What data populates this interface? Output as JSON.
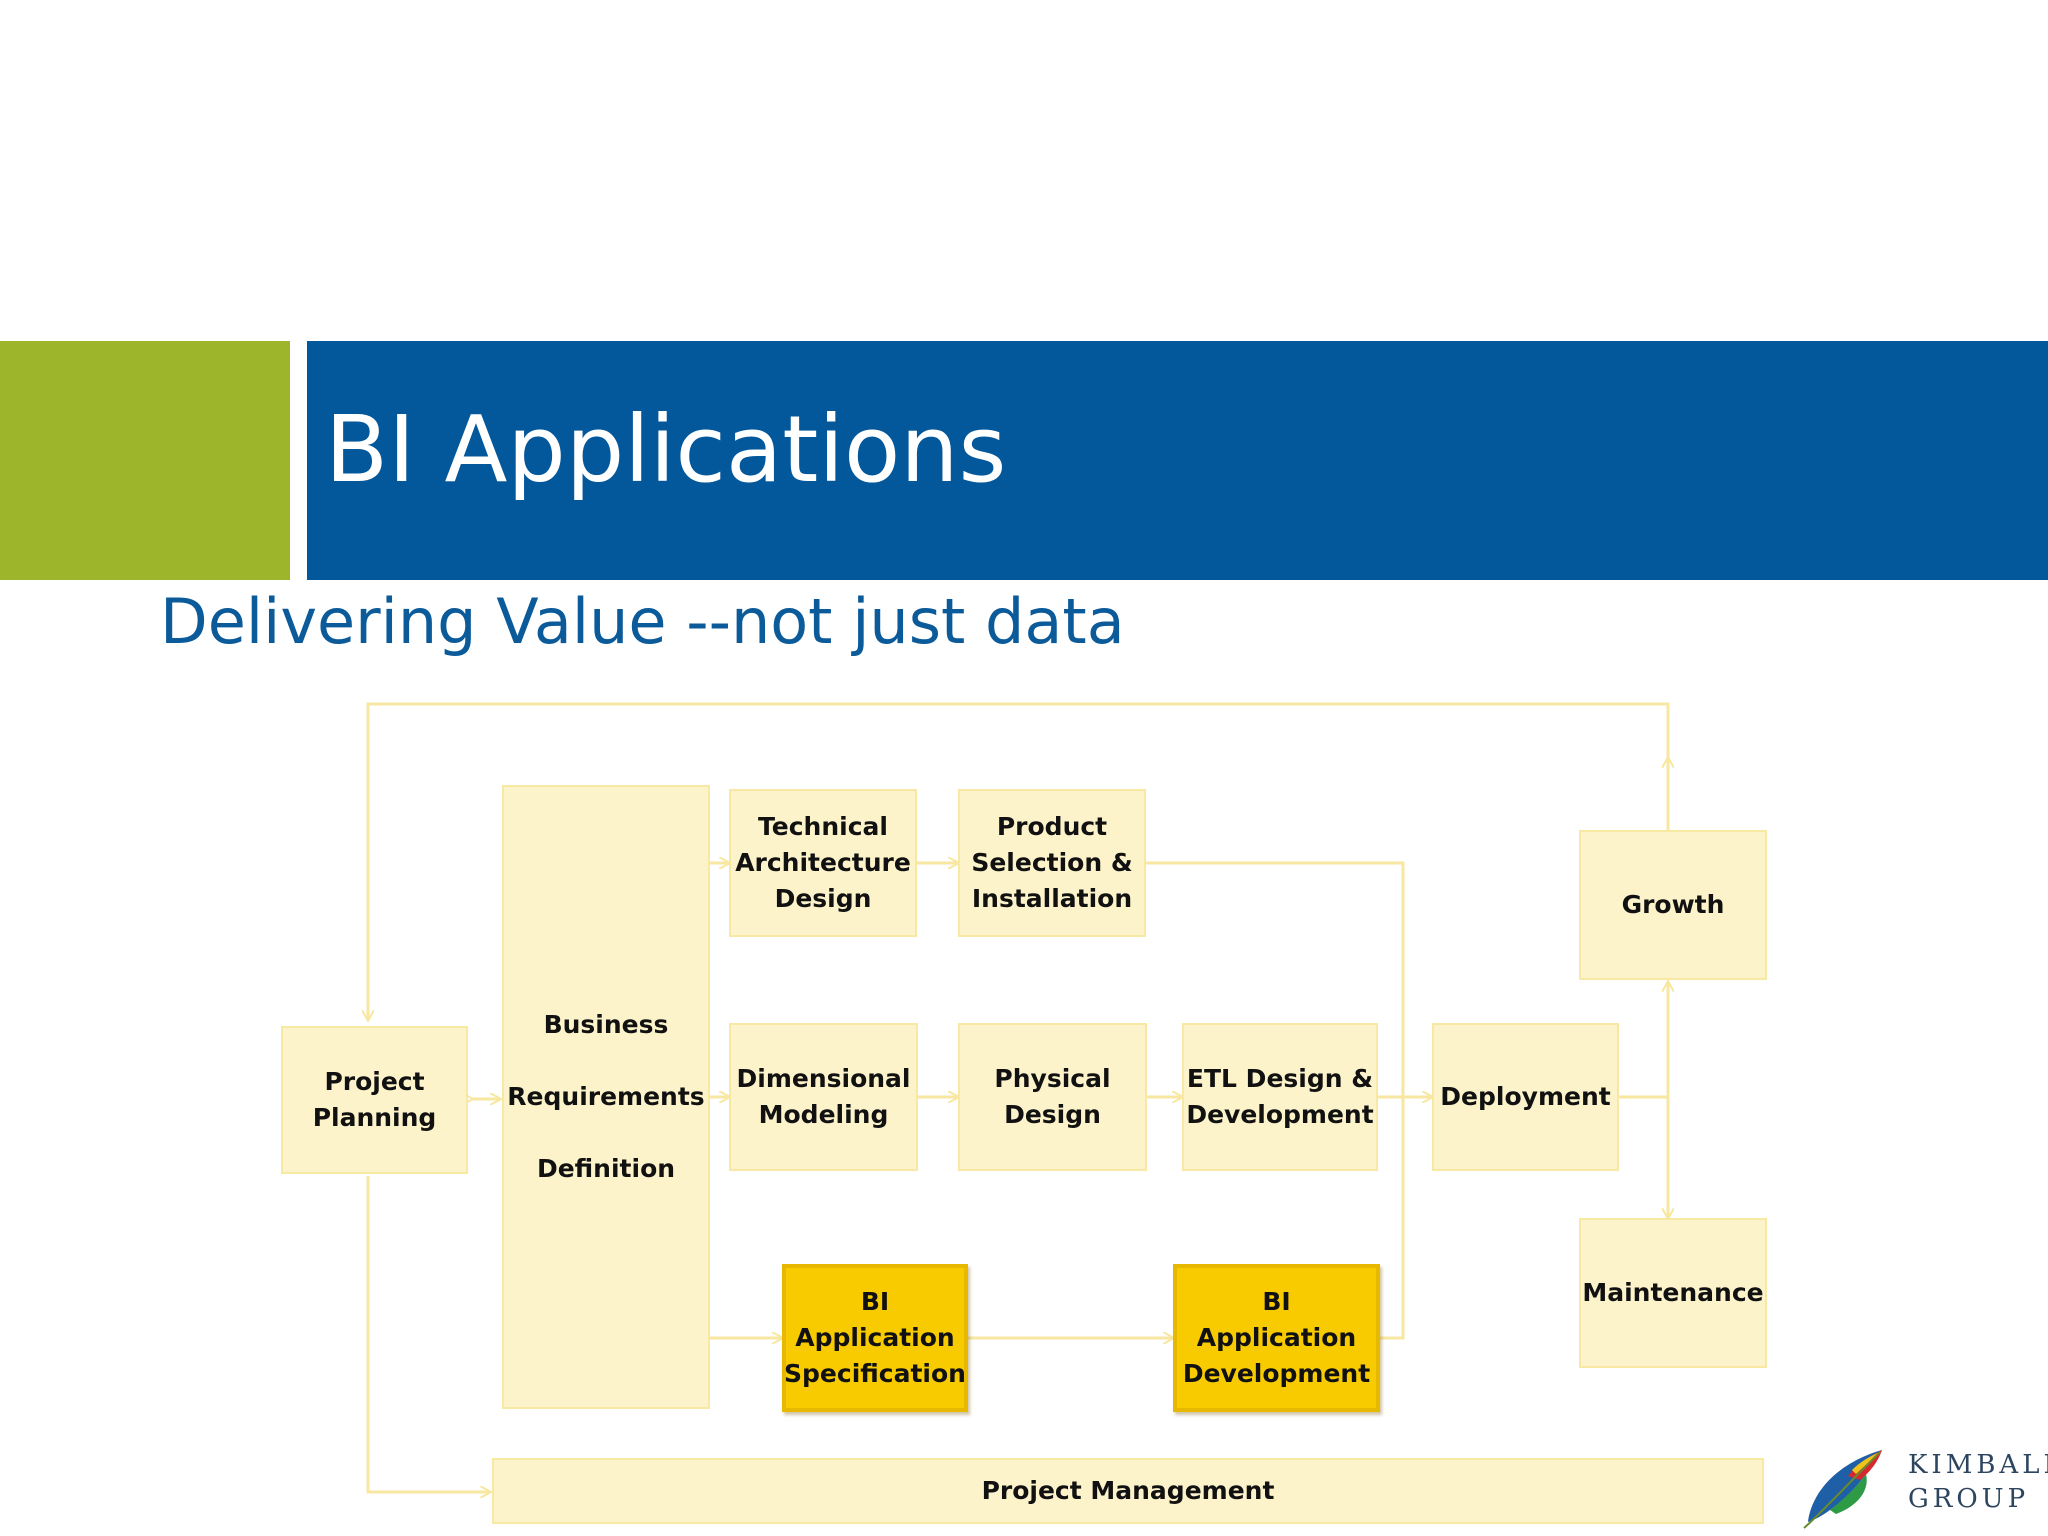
{
  "slide": {
    "title": "BI Applications",
    "subtitle": "Delivering Value --not just data"
  },
  "diagram": {
    "project_planning": "Project\nPlanning",
    "business_requirements": "Business\nRequirements\nDefinition",
    "technical_architecture": "Technical\nArchitecture\nDesign",
    "product_selection": "Product\nSelection &\nInstallation",
    "dimensional_modeling": "Dimensional\nModeling",
    "physical_design": "Physical\nDesign",
    "etl_design": "ETL Design &\nDevelopment",
    "deployment": "Deployment",
    "growth": "Growth",
    "maintenance": "Maintenance",
    "bi_app_spec": "BI\nApplication\nSpecification",
    "bi_app_dev": "BI\nApplication\nDevelopment",
    "project_management": "Project Management"
  },
  "logo": {
    "line1": "KIMBALL",
    "line2": "GROUP"
  },
  "colors": {
    "green_block": "#9db52b",
    "blue_bar": "#03579b",
    "box_fill": "#fcf3cb",
    "highlight_fill": "#f7cb00",
    "connector": "#f7e7a0"
  }
}
